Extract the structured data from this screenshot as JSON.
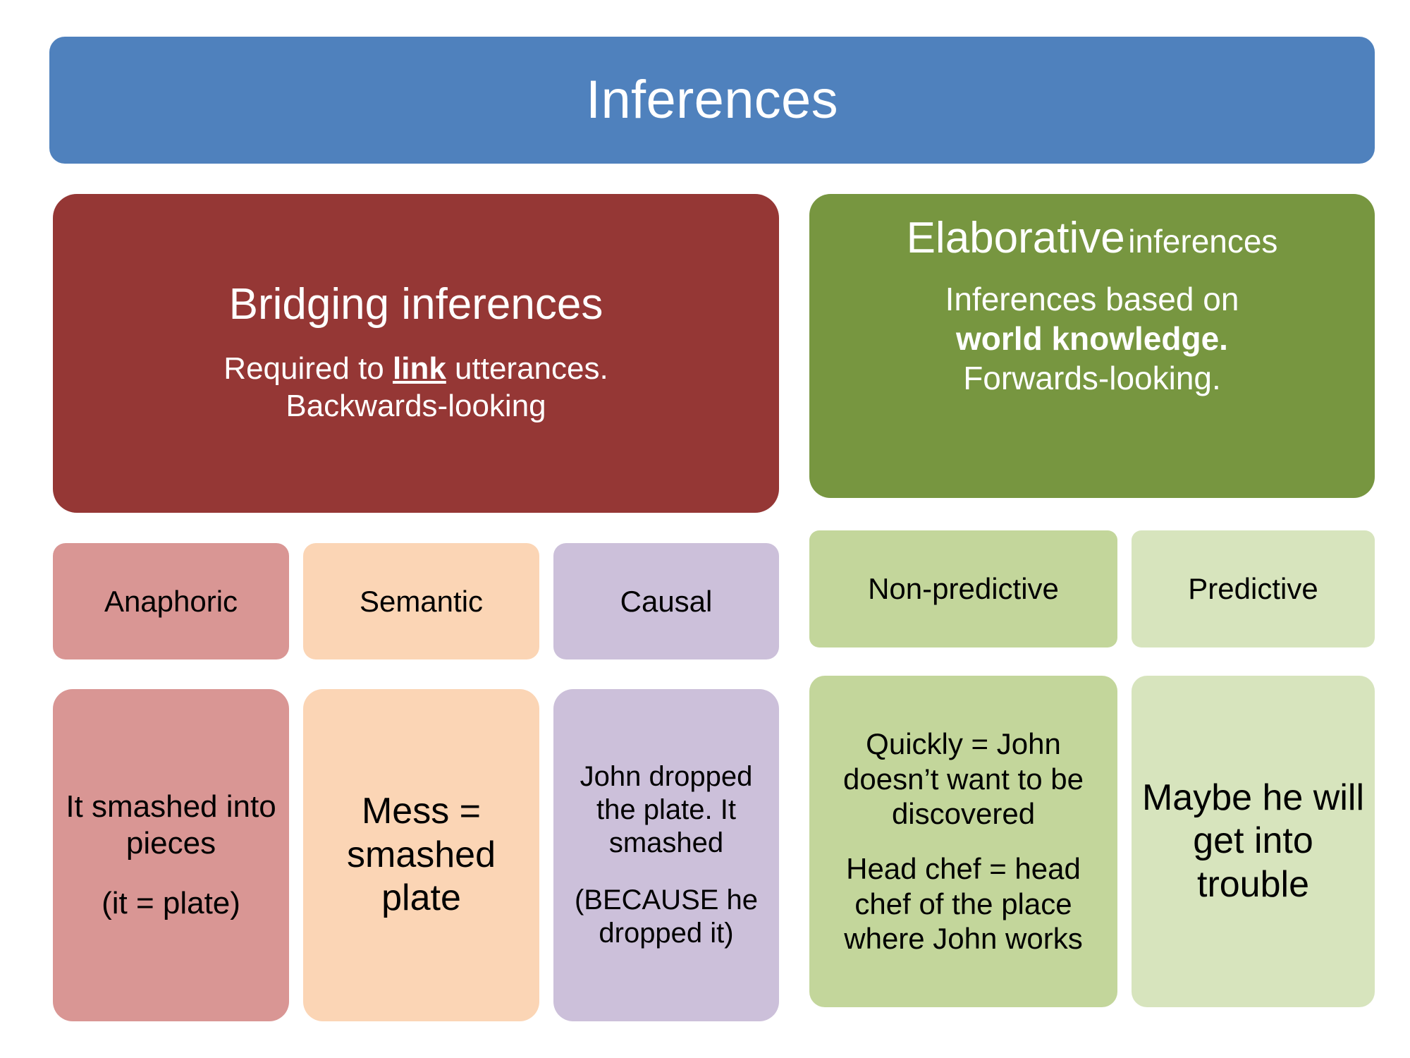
{
  "title": {
    "text": "Inferences",
    "color": "#4f81bd"
  },
  "columns": {
    "bridging": {
      "heading": "Bridging inferences",
      "sub_line1_pre": "Required to ",
      "sub_line1_kw": "link",
      "sub_line1_post": " utterances.",
      "sub_line2": "Backwards-looking",
      "color": "#953735"
    },
    "elaborative": {
      "heading_big": "Elaborative",
      "heading_small": "inferences",
      "sub_line1": "Inferences based on",
      "sub_line2_kw": "world knowledge.",
      "sub_line3": "Forwards-looking.",
      "color": "#779640"
    }
  },
  "subcategories": [
    {
      "label": "Anaphoric",
      "color": "#d99694"
    },
    {
      "label": "Semantic",
      "color": "#fbd5b5"
    },
    {
      "label": "Causal",
      "color": "#ccc0da"
    },
    {
      "label": "Non-predictive",
      "color": "#c3d69b"
    },
    {
      "label": "Predictive",
      "color": "#d7e4bd"
    }
  ],
  "examples": {
    "anaphoric": {
      "p1": "It smashed into pieces",
      "p2": "(it = plate)"
    },
    "semantic": {
      "p1": "Mess = smashed plate"
    },
    "causal": {
      "p1": "John dropped the plate. It smashed",
      "p2": "(BECAUSE he dropped it)"
    },
    "nonpredictive": {
      "p1": "Quickly = John doesn’t want to be discovered",
      "p2": "Head chef = head chef of the place where John works"
    },
    "predictive": {
      "p1": "Maybe he will get into trouble"
    }
  }
}
